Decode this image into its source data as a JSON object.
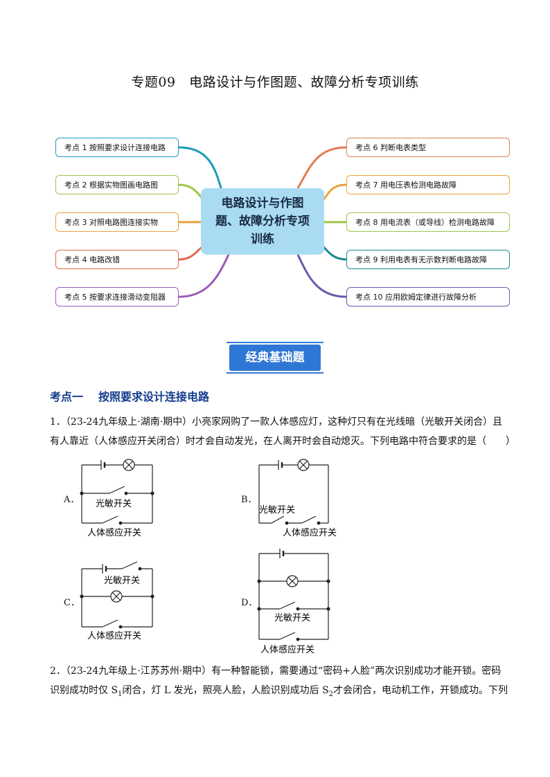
{
  "title": "专题09　电路设计与作图题、故障分析专项训练",
  "mindmap": {
    "center": "电路设计与作图题、故障分析专项训练",
    "left": [
      {
        "label": "考点 1  按照要求设计连接电路",
        "color": "#1a9bb8"
      },
      {
        "label": "考点 2  根据实物图画电路图",
        "color": "#9cc64a"
      },
      {
        "label": "考点 3  对照电路图连接实物",
        "color": "#e8a23a"
      },
      {
        "label": "考点 4  电路改错",
        "color": "#e0684a"
      },
      {
        "label": "考点 5  按要求连接滑动变阻器",
        "color": "#9a5ab8"
      }
    ],
    "right": [
      {
        "label": "考点 6  判断电表类型",
        "color": "#e07b54"
      },
      {
        "label": "考点 7  用电压表检测电路故障",
        "color": "#e8a23a"
      },
      {
        "label": "考点 8  用电流表（或导线）检测电路故障",
        "color": "#9cc64a"
      },
      {
        "label": "考点 9  利用电表有无示数判断电路故障",
        "color": "#1a8a8f"
      },
      {
        "label": "考点 10  应用欧姆定律进行故障分析",
        "color": "#6a5ab0"
      }
    ]
  },
  "banner": "经典基础题",
  "section": {
    "number": "考点一",
    "title": "按照要求设计连接电路"
  },
  "q1": {
    "line1": "1．（23-24九年级上·湖南·期中）小亮家网购了一款人体感应灯，这种灯只有在光线暗（光敏开关闭合）且",
    "line2": "有人靠近（人体感应开关闭合）时才会自动发光，在人离开时会自动熄灭。下列电路中符合要求的是（　　）"
  },
  "options": {
    "A": "A．",
    "B": "B．",
    "C": "C．",
    "D": "D．"
  },
  "circuit_labels": {
    "photo": "光敏开关",
    "body": "人体感应开关"
  },
  "q2": {
    "line1": "2．（23-24九年级上·江苏苏州·期中）有一种智能锁，需要通过“密码+人脸”两次识别成功才能开锁。密码",
    "line2a": "识别成功时仅 S",
    "sub1": "1",
    "line2b": "闭合，灯 L 发光，照亮人脸，人脸识别成功后 S",
    "sub2": "2",
    "line2c": "才会闭合，电动机工作，开锁成功。下列"
  }
}
